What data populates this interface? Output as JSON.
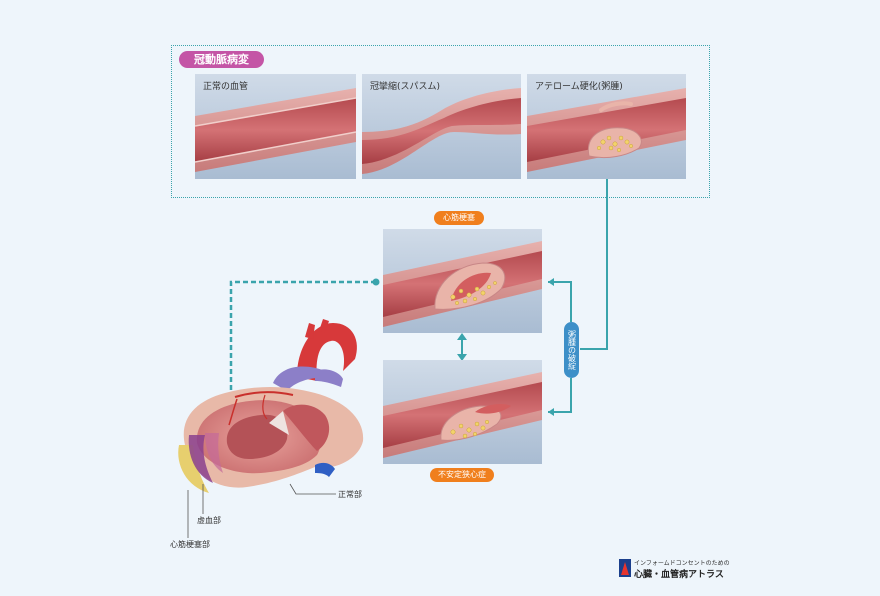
{
  "header": {
    "title": "冠動脈病変"
  },
  "panels": [
    {
      "label": "正常の血管"
    },
    {
      "label": "冠攣縮(スパスム)"
    },
    {
      "label": "アテローム硬化(粥腫)"
    }
  ],
  "outcomes": {
    "top": "心筋梗塞",
    "bottom": "不安定狭心症"
  },
  "rupture_label": "粥腫の破綻",
  "heart_labels": {
    "normal": "正常部",
    "ischemic": "虚血部",
    "infarct": "心筋梗塞部"
  },
  "logo": {
    "small": "インフォームドコンセントのための",
    "big": "心臓・血管病アトラス"
  },
  "colors": {
    "accent_teal": "#3aa4ac",
    "tag_magenta": "#c455a6",
    "pill_orange": "#f07f1d",
    "rupture_blue": "#3d8fc8"
  }
}
